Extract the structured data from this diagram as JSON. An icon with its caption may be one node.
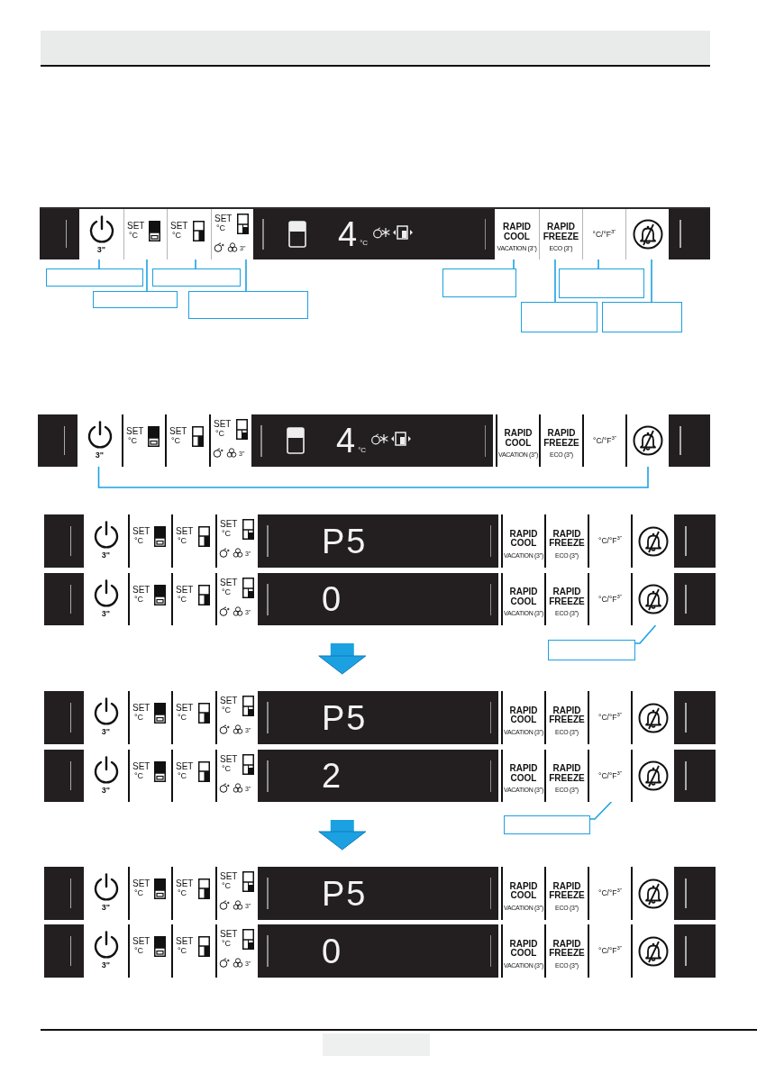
{
  "diagram": {
    "nodes": [
      {
        "text": [],
        "shape": "bar"
      },
      {
        "text": [
          "3\""
        ],
        "in": 0
      },
      {
        "text": [
          "SET",
          "°C"
        ],
        "in": 0
      },
      {
        "text": [
          "SET",
          "°C"
        ],
        "in": 0
      },
      {
        "text": [
          "SET",
          "°C",
          "3\""
        ],
        "in": 0
      },
      {
        "text": [
          "4",
          "°C"
        ],
        "in": 0
      },
      {
        "text": [
          "RAPID COOL",
          "VACATION (3\")"
        ],
        "in": 0
      },
      {
        "text": [
          "RAPID FREEZE",
          "ECO (3\")"
        ],
        "in": 0
      },
      {
        "text": [
          "°C/°F$^{3\"}$"
        ],
        "in": 0
      },
      {
        "text": [],
        "shape": "picture",
        "in": 0
      },
      {
        "text": [],
        "shape": "box"
      },
      {
        "text": [],
        "shape": "box"
      },
      {
        "text": [],
        "shape": "box"
      },
      {
        "text": [],
        "shape": "box"
      },
      {
        "text": [],
        "shape": "box"
      },
      {
        "text": [],
        "shape": "box"
      },
      {
        "text": [],
        "shape": "box"
      },
      {
        "text": [],
        "shape": "box"
      },
      {
        "text": [],
        "shape": "bar"
      },
      {
        "text": [
          "3\""
        ],
        "in": 18
      },
      {
        "text": [
          "SET",
          "°C"
        ],
        "in": 18
      },
      {
        "text": [
          "SET",
          "°C"
        ],
        "in": 18
      },
      {
        "text": [
          "SET",
          "°C",
          "3\""
        ],
        "in": 18
      },
      {
        "text": [
          "4",
          "°C"
        ],
        "in": 18
      },
      {
        "text": [
          "RAPID COOL",
          "VACATION (3\")"
        ],
        "in": 18
      },
      {
        "text": [
          "RAPID FREEZE",
          "ECO (3\")"
        ],
        "in": 18
      },
      {
        "text": [
          "°C/°F$^{3\"}$"
        ],
        "in": 18
      },
      {
        "text": [],
        "shape": "picture",
        "in": 18
      },
      {
        "text": [],
        "shape": "bar"
      },
      {
        "text": [
          "3\""
        ],
        "in": 28
      },
      {
        "text": [
          "SET",
          "°C"
        ],
        "in": 28
      },
      {
        "text": [
          "SET",
          "°C"
        ],
        "in": 28
      },
      {
        "text": [
          "SET",
          "°C",
          "3\""
        ],
        "in": 28
      },
      {
        "text": [
          "P5"
        ],
        "in": 28
      },
      {
        "text": [
          "RAPID COOL",
          "VACATION (3\")"
        ],
        "in": 28
      },
      {
        "text": [
          "RAPID FREEZE",
          "ECO (3\")"
        ],
        "in": 28
      },
      {
        "text": [
          "°C/°F$^{3\"}$"
        ],
        "in": 28
      },
      {
        "text": [],
        "shape": "picture",
        "in": 28
      },
      {
        "text": [],
        "shape": "bar"
      },
      {
        "text": [
          "3\""
        ],
        "in": 38
      },
      {
        "text": [
          "SET",
          "°C"
        ],
        "in": 38
      },
      {
        "text": [
          "SET",
          "°C"
        ],
        "in": 38
      },
      {
        "text": [
          "SET",
          "°C",
          "3\""
        ],
        "in": 38
      },
      {
        "text": [
          "0"
        ],
        "in": 38
      },
      {
        "text": [
          "RAPID COOL",
          "VACATION (3\")"
        ],
        "in": 38
      },
      {
        "text": [
          "RAPID FREEZE",
          "ECO (3\")"
        ],
        "in": 38
      },
      {
        "text": [
          "°C/°F$^{3\"}$"
        ],
        "in": 38
      },
      {
        "text": [],
        "shape": "picture",
        "in": 38
      },
      {
        "text": [],
        "shape": "box"
      },
      {
        "text": [],
        "shape": "bar"
      },
      {
        "text": [
          "3\""
        ],
        "in": 49
      },
      {
        "text": [
          "SET",
          "°C"
        ],
        "in": 49
      },
      {
        "text": [
          "SET",
          "°C"
        ],
        "in": 49
      },
      {
        "text": [
          "SET",
          "°C",
          "3\""
        ],
        "in": 49
      },
      {
        "text": [
          "P5"
        ],
        "in": 49
      },
      {
        "text": [
          "RAPID COOL",
          "VACATION (3\")"
        ],
        "in": 49
      },
      {
        "text": [
          "RAPID FREEZE",
          "ECO (3\")"
        ],
        "in": 49
      },
      {
        "text": [
          "°C/°F$^{3\"}$"
        ],
        "in": 49
      },
      {
        "text": [],
        "shape": "picture",
        "in": 49
      },
      {
        "text": [],
        "shape": "bar"
      },
      {
        "text": [
          "3\""
        ],
        "in": 59
      },
      {
        "text": [
          "SET",
          "°C"
        ],
        "in": 59
      },
      {
        "text": [
          "SET",
          "°C"
        ],
        "in": 59
      },
      {
        "text": [
          "SET",
          "°C",
          "3\""
        ],
        "in": 59
      },
      {
        "text": [
          "2"
        ],
        "in": 59
      },
      {
        "text": [
          "RAPID COOL",
          "VACATION (3\")"
        ],
        "in": 59
      },
      {
        "text": [
          "RAPID FREEZE",
          "ECO (3\")"
        ],
        "in": 59
      },
      {
        "text": [
          "°C/°F$^{3\"}$"
        ],
        "in": 59
      },
      {
        "text": [],
        "shape": "picture",
        "in": 59
      },
      {
        "text": [],
        "shape": "box"
      },
      {
        "text": [],
        "shape": "bar"
      },
      {
        "text": [
          "3\""
        ],
        "in": 70
      },
      {
        "text": [
          "SET",
          "°C"
        ],
        "in": 70
      },
      {
        "text": [
          "SET",
          "°C"
        ],
        "in": 70
      },
      {
        "text": [
          "SET",
          "°C",
          "3\""
        ],
        "in": 70
      },
      {
        "text": [
          "P5"
        ],
        "in": 70
      },
      {
        "text": [
          "RAPID COOL",
          "VACATION (3\")"
        ],
        "in": 70
      },
      {
        "text": [
          "RAPID FREEZE",
          "ECO (3\")"
        ],
        "in": 70
      },
      {
        "text": [
          "°C/°F$^{3\"}$"
        ],
        "in": 70
      },
      {
        "text": [],
        "shape": "picture",
        "in": 70
      },
      {
        "text": [],
        "shape": "bar"
      },
      {
        "text": [
          "3\""
        ],
        "in": 80
      },
      {
        "text": [
          "SET",
          "°C"
        ],
        "in": 80
      },
      {
        "text": [
          "SET",
          "°C"
        ],
        "in": 80
      },
      {
        "text": [
          "SET",
          "°C",
          "3\""
        ],
        "in": 80
      },
      {
        "text": [
          "0"
        ],
        "in": 80
      },
      {
        "text": [
          "RAPID COOL",
          "VACATION (3\")"
        ],
        "in": 80
      },
      {
        "text": [
          "RAPID FREEZE",
          "ECO (3\")"
        ],
        "in": 80
      },
      {
        "text": [
          "°C/°F$^{3\"}$"
        ],
        "in": 80
      },
      {
        "text": [],
        "shape": "picture",
        "in": 80
      }
    ],
    "edges": [
      {
        "from": 10,
        "to": 1,
        "arrow": "none"
      },
      {
        "from": 11,
        "to": 3,
        "arrow": "none"
      },
      {
        "from": 12,
        "to": 6,
        "arrow": "none"
      },
      {
        "from": 13,
        "to": 8,
        "arrow": "none"
      },
      {
        "from": 14,
        "to": 2,
        "arrow": "none"
      },
      {
        "from": 15,
        "to": 4,
        "arrow": "none"
      },
      {
        "from": 16,
        "to": 7,
        "arrow": "none"
      },
      {
        "from": 17,
        "to": 9,
        "arrow": "none"
      },
      {
        "from": 19,
        "to": 27,
        "arrow": "none"
      },
      {
        "from": 48,
        "to": 47,
        "arrow": "none"
      },
      {
        "from": 38,
        "to": 49,
        "arrow": "to",
        "style": "thick"
      },
      {
        "from": 69,
        "to": 67,
        "arrow": "none"
      },
      {
        "from": 59,
        "to": 70,
        "arrow": "to",
        "style": "thick"
      }
    ]
  }
}
